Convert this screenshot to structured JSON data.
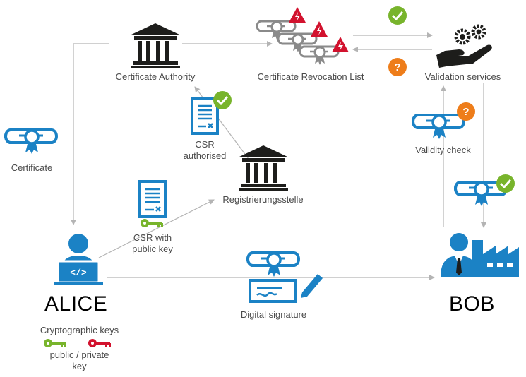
{
  "nodes": {
    "certificate_authority": "Certificate Authority",
    "crl": "Certificate Revocation List",
    "validation_services": "Validation services",
    "certificate": "Certificate",
    "csr_authorised_line1": "CSR",
    "csr_authorised_line2": "authorised",
    "registration": "Registrierungsstelle",
    "validity_check": "Validity check",
    "csr_public_line1": "CSR with",
    "csr_public_line2": "public key",
    "alice": "ALICE",
    "bob": "BOB",
    "digital_signature": "Digital signature",
    "keys_line1": "Cryptographic keys",
    "keys_line2": "public / private",
    "keys_line3": "key"
  },
  "colors": {
    "blue": "#1b82c5",
    "dark": "#1d1d1b",
    "green": "#78b42c",
    "red": "#d2122e",
    "orange": "#ee7d1a",
    "line": "#b4b4b4"
  },
  "icons": [
    "bank-icon",
    "certificate-icon",
    "warning-icon",
    "gears-hand-icon",
    "check-badge-icon",
    "question-badge-icon",
    "document-icon",
    "key-icon",
    "user-laptop-icon",
    "businessman-factory-icon",
    "pen-icon"
  ]
}
